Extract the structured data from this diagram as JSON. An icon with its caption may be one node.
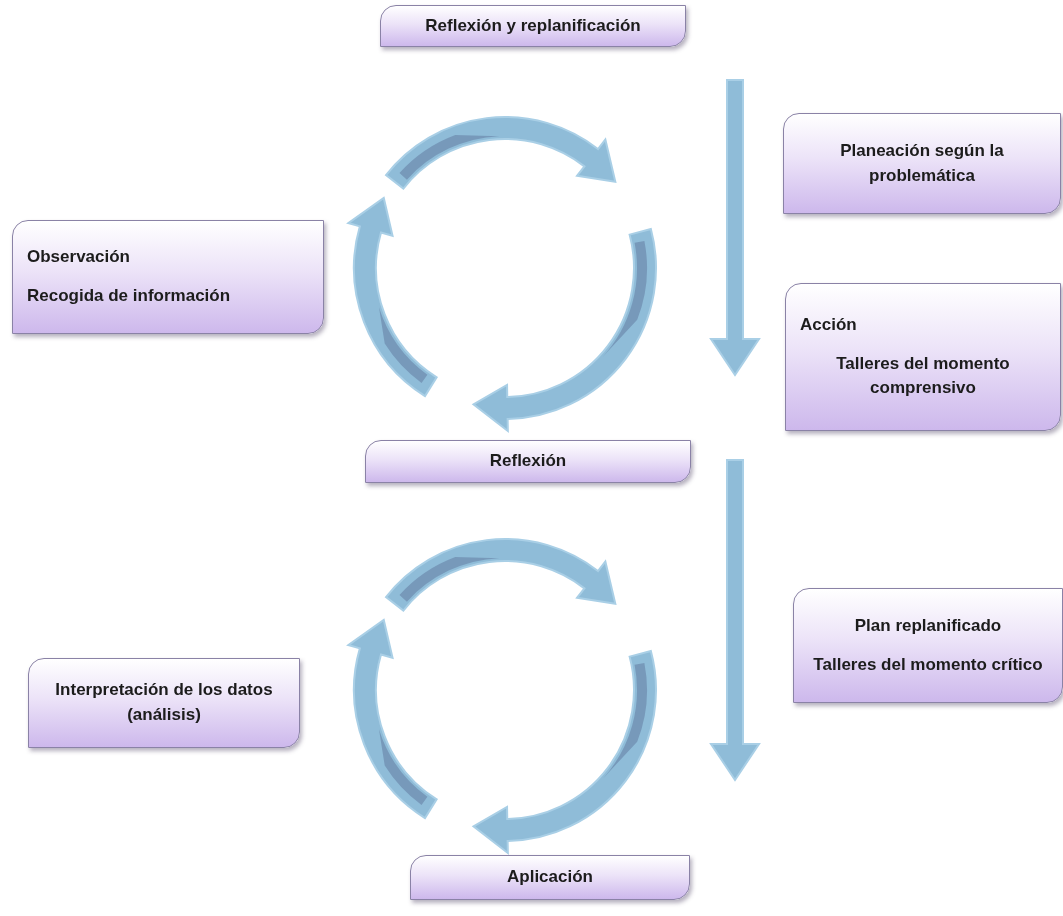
{
  "diagram": {
    "nodes": [
      {
        "text": [
          "Reflexión y replanificación"
        ]
      },
      {
        "text": [
          "Planeación según la problemática"
        ]
      },
      {
        "text": [
          "Observación",
          "Recogida de información"
        ]
      },
      {
        "text": [
          "Acción",
          "Talleres del momento comprensivo"
        ]
      },
      {
        "text": [
          "Reflexión"
        ]
      },
      {
        "text": [
          "Plan replanificado",
          "Talleres del momento crítico"
        ]
      },
      {
        "text": [
          "Interpretación de los datos (análisis)"
        ]
      },
      {
        "text": [
          "Aplicación"
        ]
      }
    ]
  }
}
